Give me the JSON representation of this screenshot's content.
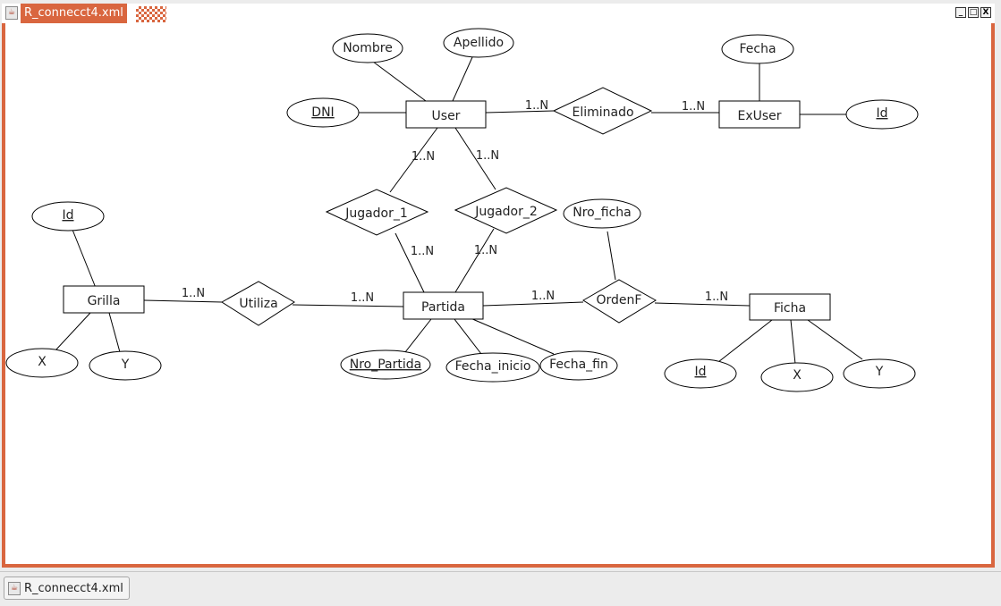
{
  "window": {
    "title": "R_connecct4.xml",
    "minimize_glyph": "_",
    "maximize_glyph": "□",
    "close_glyph": "X",
    "accent_color": "#d9663f"
  },
  "taskbar": {
    "item_label": "R_connecct4.xml"
  },
  "diagram": {
    "entities": {
      "user": "User",
      "exuser": "ExUser",
      "grilla": "Grilla",
      "partida": "Partida",
      "ficha": "Ficha"
    },
    "relationships": {
      "eliminado": "Eliminado",
      "jugador_1": "Jugador_1",
      "jugador_2": "Jugador_2",
      "utiliza": "Utiliza",
      "ordenf": "OrdenF"
    },
    "attributes": {
      "user_nombre": "Nombre",
      "user_apellido": "Apellido",
      "user_dni": "DNI",
      "exuser_fecha": "Fecha",
      "exuser_id": "Id",
      "grilla_id": "Id",
      "grilla_x": "X",
      "grilla_y": "Y",
      "partida_nro": "Nro_Partida",
      "partida_fecha_inicio": "Fecha_inicio",
      "partida_fecha_fin": "Fecha_fin",
      "ordenf_nro_ficha": "Nro_ficha",
      "ficha_id": "Id",
      "ficha_x": "X",
      "ficha_y": "Y"
    },
    "cardinalities": {
      "user_eliminado": "1..N",
      "eliminado_exuser": "1..N",
      "user_jugador_1": "1..N",
      "user_jugador_2": "1..N",
      "jugador_1_partida": "1..N",
      "jugador_2_partida": "1..N",
      "grilla_utiliza": "1..N",
      "utiliza_partida": "1..N",
      "partida_ordenf": "1..N",
      "ordenf_ficha": "1..N"
    }
  }
}
